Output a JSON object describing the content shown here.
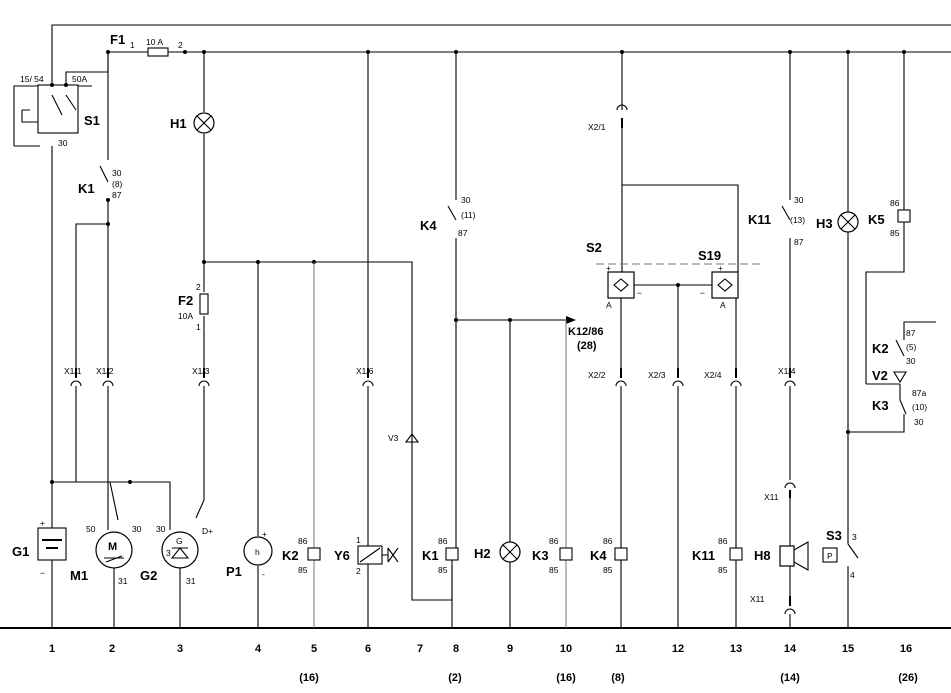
{
  "ground_numbers": [
    "1",
    "2",
    "3",
    "4",
    "5",
    "6",
    "7",
    "8",
    "9",
    "10",
    "11",
    "12",
    "13",
    "14",
    "15",
    "16"
  ],
  "ground_refs": [
    "(16)",
    "(2)",
    "(16)",
    "(8)",
    "(14)",
    "(26)"
  ],
  "labels": {
    "f1": "F1",
    "f1_p1": "1",
    "f1_rating": "10 A",
    "f1_p2": "2",
    "s1": "S1",
    "s1_1554": "15/ 54",
    "s1_50a": "50A",
    "s1_30": "30",
    "k1": "K1",
    "k1_30": "30",
    "k1_8": "(8)",
    "k1_87": "87",
    "h1": "H1",
    "f2": "F2",
    "f2_2": "2",
    "f2_rating": "10A",
    "f2_1": "1",
    "x1_1": "X1/1",
    "x1_2": "X1/2",
    "x1_3": "X1/3",
    "x1_6": "X1/6",
    "x1_4": "X1/4",
    "k4": "K4",
    "k4_30": "30",
    "k4_11": "(11)",
    "k4_87": "87",
    "v3": "V3",
    "k12": "K12/86",
    "k12_ref": "(28)",
    "x2_1": "X2/1",
    "x2_2": "X2/2",
    "x2_3": "X2/3",
    "x2_4": "X2/4",
    "s2": "S2",
    "s19": "S19",
    "s_plus": "+",
    "s_minus": "−",
    "s_a": "A",
    "k11": "K11",
    "k11_30": "30",
    "k11_13": "(13)",
    "k11_87": "87",
    "h3": "H3",
    "k5": "K5",
    "k5_86": "86",
    "k5_85": "85",
    "k2": "K2",
    "k2_87": "87",
    "k2_5": "(5)",
    "k2_30": "30",
    "v2": "V2",
    "k3": "K3",
    "k3_87a": "87a",
    "k3_10": "(10)",
    "k3_30": "30",
    "g1": "G1",
    "g1_plus": "+",
    "g1_minus": "−",
    "m1": "M1",
    "m_sym": "M",
    "m1_50": "50",
    "m1_30": "30",
    "m1_31": "31",
    "g2": "G2",
    "g2_g": "G",
    "g2_3": "3",
    "g2_30": "30",
    "g2_dplus": "D+",
    "g2_31": "31",
    "p1": "P1",
    "p1_h": "h",
    "p1_plus": "+",
    "p1_minus": "-",
    "k2c": "K2",
    "k2c_86": "86",
    "k2c_85": "85",
    "y6": "Y6",
    "y6_1": "1",
    "y6_2": "2",
    "k1c": "K1",
    "k1c_86": "86",
    "k1c_85": "85",
    "h2": "H2",
    "k3c": "K3",
    "k3c_86": "86",
    "k3c_85": "85",
    "k4c": "K4",
    "k4c_86": "86",
    "k4c_85": "85",
    "k11c": "K11",
    "k11c_86": "86",
    "k11c_85": "85",
    "x11": "X11",
    "x11b": "X11",
    "h8": "H8",
    "s3": "S3",
    "s3_p": "P",
    "s3_3": "3",
    "s3_4": "4"
  }
}
